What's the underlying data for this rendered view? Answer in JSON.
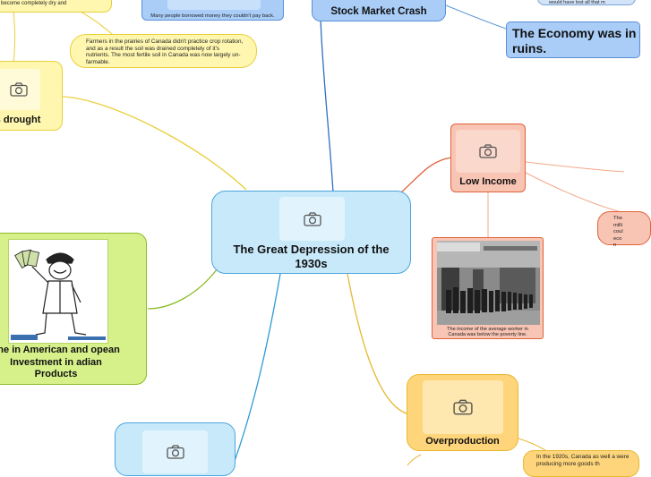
{
  "central": {
    "title": "The Great Depression of the 1930s",
    "icon": "camera-icon",
    "color": "#c8e9fa"
  },
  "nodes": {
    "stock_market_crash": {
      "label": "Stock Market Crash",
      "note": "Many people borrowed money they couldn't pay back.",
      "note_top": "would have lost all that m"
    },
    "economy_ruins": {
      "label": "The Economy was in ruins."
    },
    "drought": {
      "label": "s drought",
      "note_top": "become completely dry and",
      "note": "Farmers in the prairies of Canada didn't practice crop rotation, and as a result the soil was drained completely of it's nutrients. The most fertile soil in Canada was now largely un-farmable."
    },
    "low_income": {
      "label": "Low Income",
      "photo_caption": "The income of the average worker in Canada was below the poverty line.",
      "side_note": "The milli coul econ"
    },
    "decline_investment": {
      "label": "line in American and opean Investment in adian Products"
    },
    "overproduction": {
      "label": "Overproduction",
      "note": "In the 1920s, Canada as well a were producing more goods th"
    }
  },
  "colors": {
    "blue_line": "#2f6fbf",
    "yellow_line": "#e9cf3a",
    "orange_line": "#e0623a",
    "green_line": "#8dbb2a",
    "gold_line": "#e8b830",
    "orange_fill": "#f8c4b4",
    "gold_fill": "#fed57a",
    "green_fill": "#d6f08a",
    "yellow_fill": "#fff7b0"
  }
}
